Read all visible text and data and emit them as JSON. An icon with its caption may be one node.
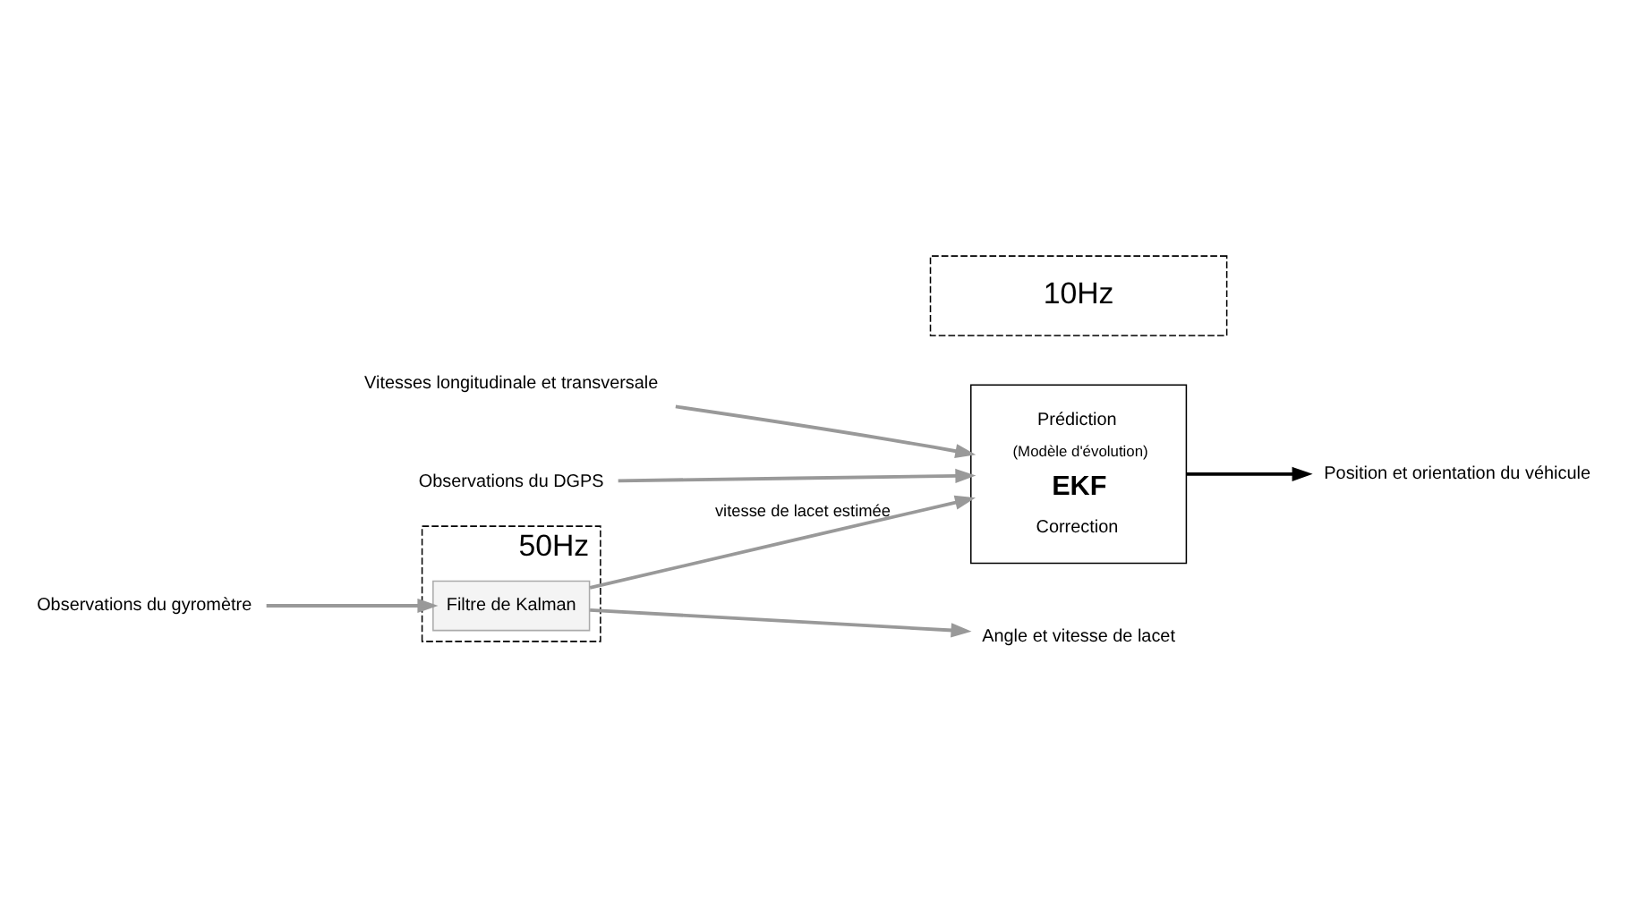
{
  "diagram": {
    "nodes": [
      {
        "text": [
          "50Hz"
        ]
      },
      {
        "text": [
          "Filtre de Kalman"
        ],
        "in": 0
      },
      {
        "text": [
          "Observations du gyromètre"
        ]
      },
      {
        "text": [
          "Angle et vitesse de lacet"
        ]
      },
      {
        "text": [
          "Prédiction",
          "(Modèle d'évolution)",
          "EKF",
          "Correction"
        ]
      },
      {
        "text": [
          "Vitesses longitudinale et transversale"
        ]
      },
      {
        "text": [
          "Observations du DGPS"
        ]
      },
      {
        "text": [
          "Position et orientation du véhicule"
        ]
      },
      {
        "text": [
          "10Hz"
        ]
      }
    ],
    "edges": [
      {
        "from": 2,
        "to": 1,
        "arrow": "to"
      },
      {
        "from": 1,
        "to": 3,
        "arrow": "to"
      },
      {
        "from": 1,
        "to": 4,
        "arrow": "to",
        "label": "vitesse de lacet estimée"
      },
      {
        "from": 5,
        "to": 4,
        "arrow": "to"
      },
      {
        "from": 6,
        "to": 4,
        "arrow": "to"
      },
      {
        "from": 4,
        "to": 7,
        "arrow": "to",
        "color": "#000000"
      }
    ]
  }
}
